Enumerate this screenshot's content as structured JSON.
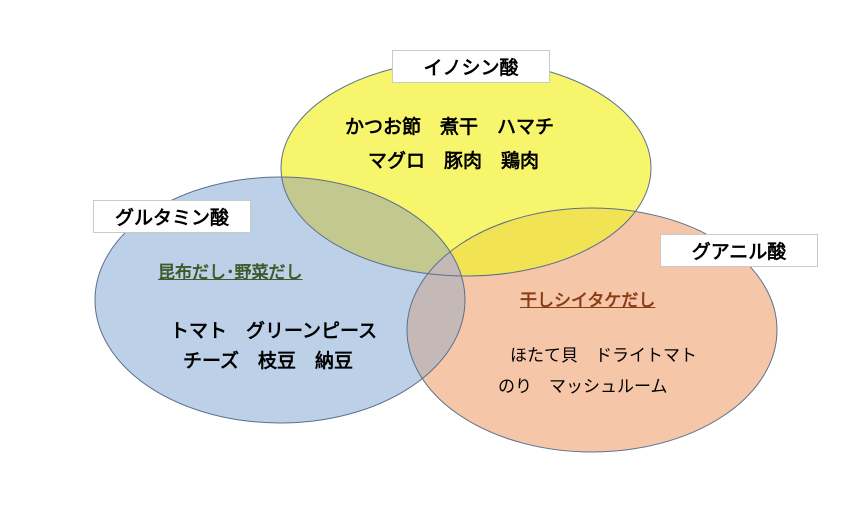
{
  "colors": {
    "inosine": "#f7f56c",
    "glutamine": "#bcd1e8",
    "guanyl": "#f6c6a9",
    "inosine_glutamine_overlap": "#c3c98e",
    "inosine_guanyl_overlap": "#f1e354",
    "glutamine_guanyl_overlap": "#c5b9b7",
    "circle_outline": "#5b6f8e",
    "glutamine_sub_color": "#3d5a2a",
    "guanyl_sub_color": "#8a3c17"
  },
  "inosine": {
    "label": "イノシン酸",
    "line1": "かつお節　煮干　ハマチ",
    "line2": "マグロ　豚肉　鶏肉"
  },
  "glutamine": {
    "label": "グルタミン酸",
    "sub": "昆布だし･野菜だし",
    "line1": "トマト　グリーンピース",
    "line2": "チーズ　枝豆　納豆"
  },
  "guanyl": {
    "label": "グアニル酸",
    "sub": "干しシイタケだし",
    "line1": "ほたて貝　ドライトマト",
    "line2": "のり　マッシュルーム"
  }
}
